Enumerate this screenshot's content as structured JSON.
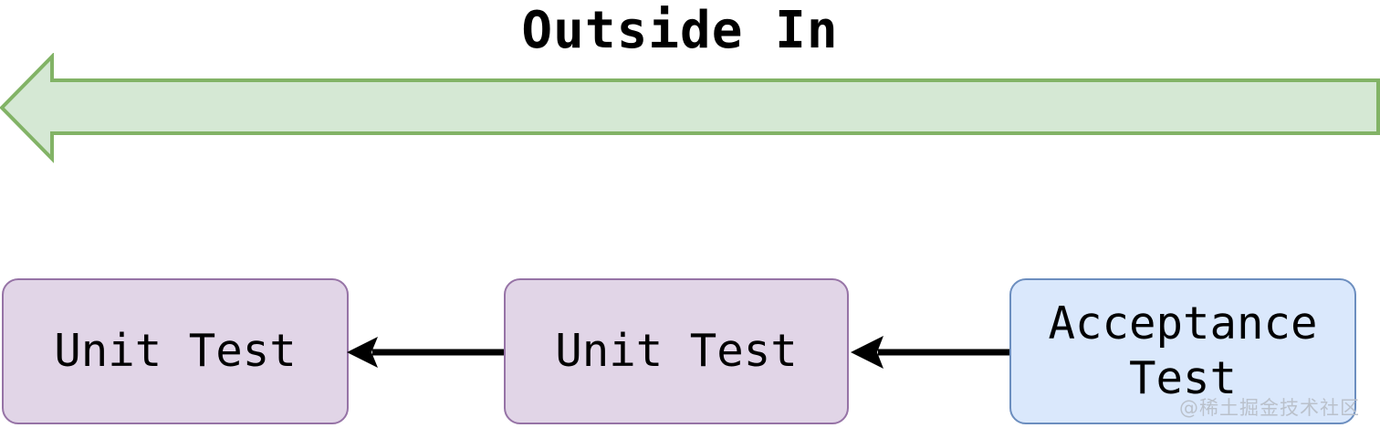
{
  "diagram": {
    "title": "Outside In",
    "background_color": "#ffffff",
    "flow_arrow": {
      "name": "outside-in-direction-arrow",
      "direction": "left",
      "fill_color": "#d5e8d4",
      "stroke_color": "#82b366"
    },
    "nodes": [
      {
        "id": "unit-test-1",
        "label": "Unit Test",
        "fill_color": "#e1d5e7",
        "stroke_color": "#9673a6",
        "shape": "rounded-rectangle"
      },
      {
        "id": "unit-test-2",
        "label": "Unit Test",
        "fill_color": "#e1d5e7",
        "stroke_color": "#9673a6",
        "shape": "rounded-rectangle"
      },
      {
        "id": "acceptance-test",
        "label": "Acceptance\nTest",
        "fill_color": "#dae8fc",
        "stroke_color": "#6c8ebf",
        "shape": "rounded-rectangle"
      }
    ],
    "connectors": [
      {
        "id": "connector-unit2-to-unit1",
        "from": "unit-test-2",
        "to": "unit-test-1",
        "direction": "left",
        "color": "#000000"
      },
      {
        "id": "connector-acceptance-to-unit2",
        "from": "acceptance-test",
        "to": "unit-test-2",
        "direction": "left",
        "color": "#000000"
      }
    ],
    "watermark": "@稀土掘金技术社区"
  }
}
